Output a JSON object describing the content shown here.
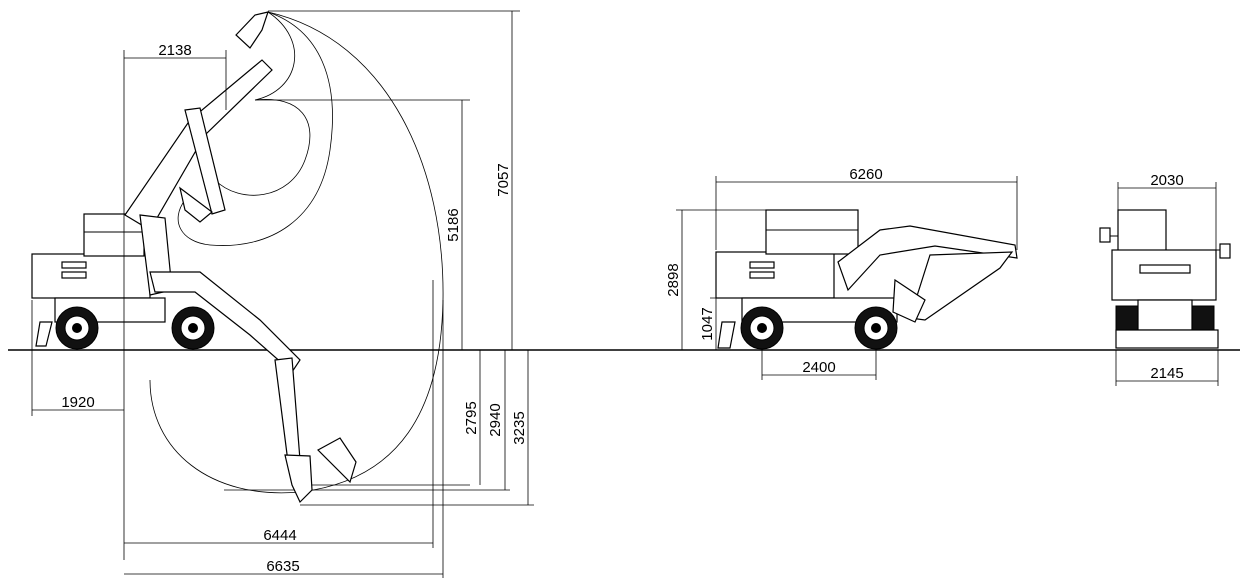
{
  "dimensions": {
    "boom_reach_offset": "2138",
    "max_dig_height": "7057",
    "max_dump_height": "5186",
    "front_overhang": "1920",
    "dig_depth_vertical_wall": "2795",
    "dig_depth_8ft_level": "2940",
    "max_dig_depth": "3235",
    "max_reach_ground": "6444",
    "max_reach": "6635",
    "transport_length": "6260",
    "transport_height": "2898",
    "blade_height": "1047",
    "wheelbase": "2400",
    "upper_width": "2030",
    "track_width": "2145"
  },
  "colors": {
    "line": "#000000",
    "background": "#ffffff"
  }
}
